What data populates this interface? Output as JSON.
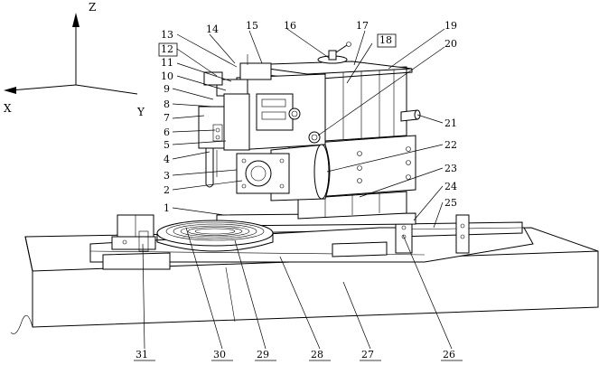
{
  "axes": {
    "z": "Z",
    "x": "X",
    "y": "Y"
  },
  "callouts": {
    "n1": "1",
    "n2": "2",
    "n3": "3",
    "n4": "4",
    "n5": "5",
    "n6": "6",
    "n7": "7",
    "n8": "8",
    "n9": "9",
    "n10": "10",
    "n11": "11",
    "n12": "12",
    "n13": "13",
    "n14": "14",
    "n15": "15",
    "n16": "16",
    "n17": "17",
    "n18": "18",
    "n19": "19",
    "n20": "20",
    "n21": "21",
    "n22": "22",
    "n23": "23",
    "n24": "24",
    "n25": "25",
    "n26": "26",
    "n27": "27",
    "n28": "28",
    "n29": "29",
    "n30": "30",
    "n31": "31"
  }
}
